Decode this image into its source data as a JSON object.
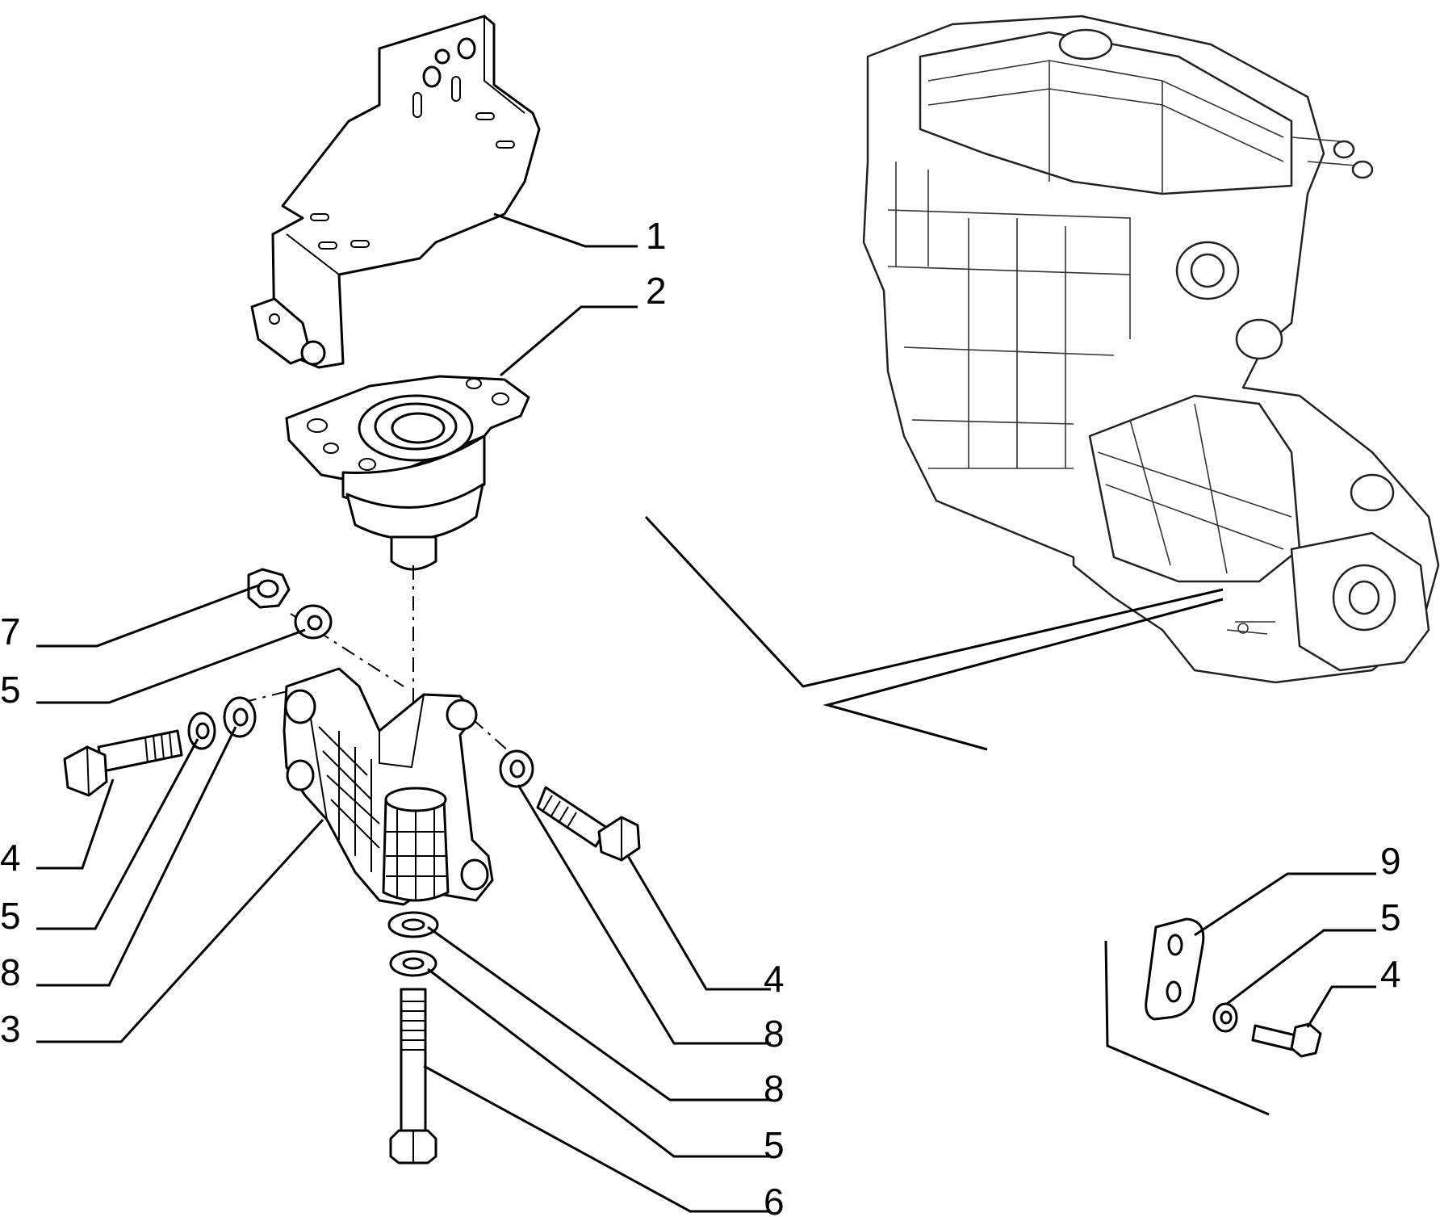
{
  "callouts": {
    "c1": "1",
    "c2": "2",
    "c7": "7",
    "c5a": "5",
    "c4a": "4",
    "c5b": "5",
    "c8a": "8",
    "c3": "3",
    "c4b": "4",
    "c8b": "8",
    "c8c": "8",
    "c5c": "5",
    "c6": "6",
    "c9": "9",
    "c5d": "5",
    "c4c": "4"
  },
  "parts": [
    {
      "number": "1",
      "name": "bracket"
    },
    {
      "number": "2",
      "name": "rubber-mount"
    },
    {
      "number": "3",
      "name": "support-bracket"
    },
    {
      "number": "4",
      "name": "bolt"
    },
    {
      "number": "5",
      "name": "washer"
    },
    {
      "number": "6",
      "name": "long-bolt"
    },
    {
      "number": "7",
      "name": "nut"
    },
    {
      "number": "8",
      "name": "washer"
    },
    {
      "number": "9",
      "name": "plate"
    }
  ]
}
